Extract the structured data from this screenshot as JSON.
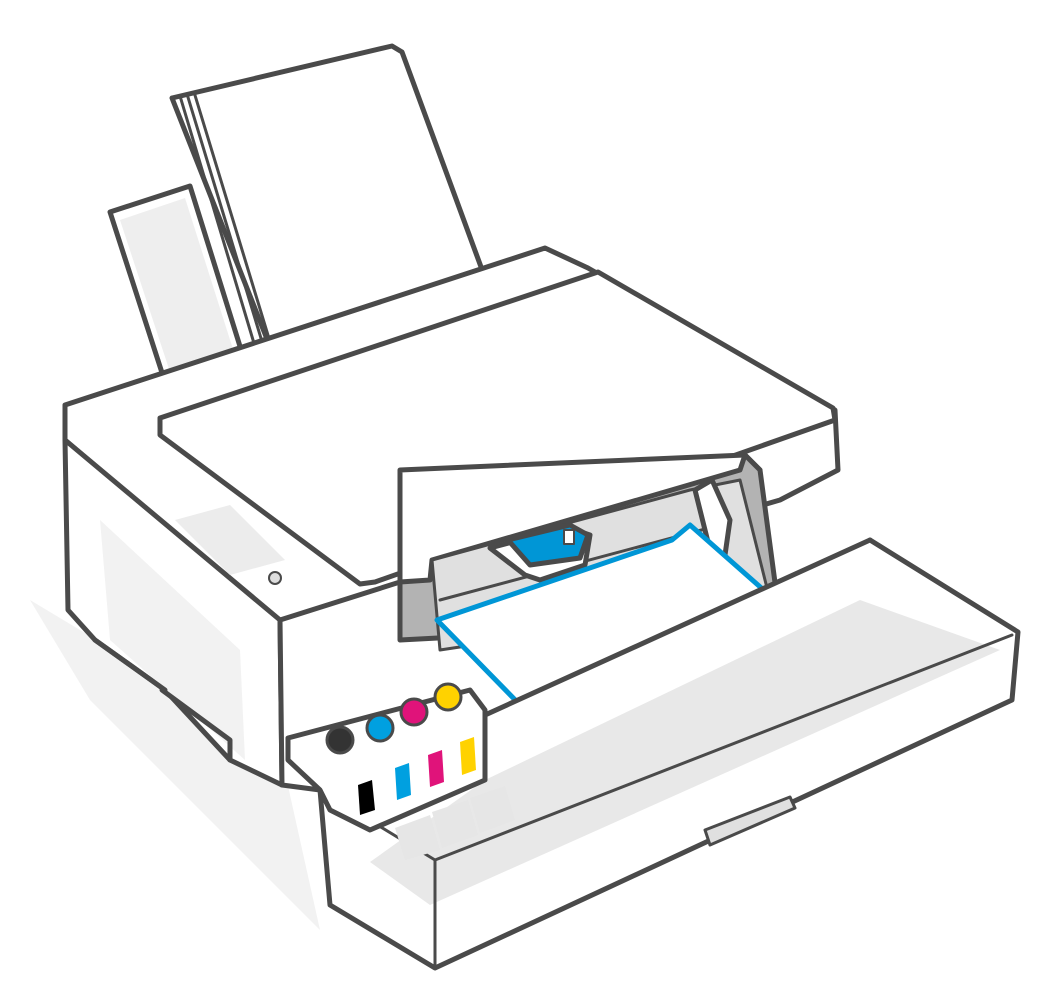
{
  "illustration": {
    "subject": "printer-paper-jam-removal",
    "colors": {
      "outline": "#4a4a4a",
      "body": "#ffffff",
      "shade": "#e6e6e6",
      "dark_shade": "#b3b3b3",
      "accent_blue": "#0096d6",
      "ink_black": "#000000",
      "ink_cyan": "#00a0e0",
      "ink_magenta": "#e0137a",
      "ink_yellow": "#ffd200",
      "arrow": "#000000"
    },
    "ink_tanks": [
      "black",
      "cyan",
      "magenta",
      "yellow"
    ]
  }
}
